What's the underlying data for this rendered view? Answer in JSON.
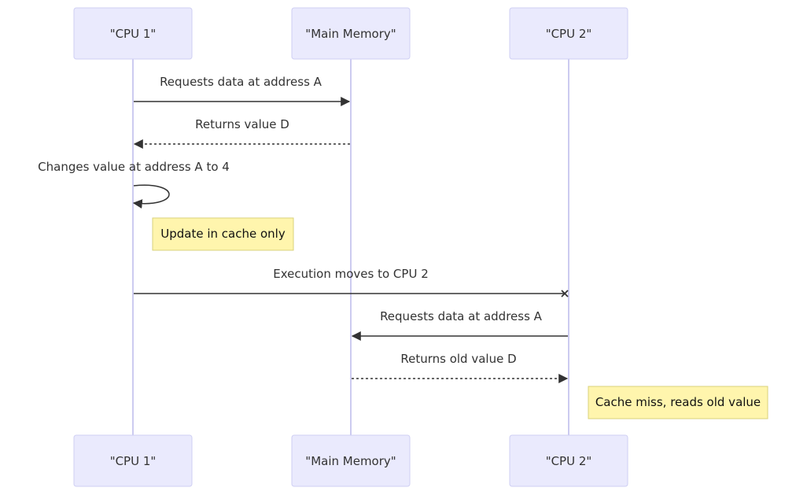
{
  "actors": {
    "cpu1": "\"CPU 1\"",
    "memory": "\"Main Memory\"",
    "cpu2": "\"CPU 2\""
  },
  "messages": [
    {
      "from": "cpu1",
      "to": "memory",
      "text": "Requests data at address A",
      "style": "solid",
      "arrow": "filled"
    },
    {
      "from": "memory",
      "to": "cpu1",
      "text": "Returns value D",
      "style": "dotted",
      "arrow": "filled"
    },
    {
      "from": "cpu1",
      "to": "cpu1",
      "text": "Changes value at address A to 4",
      "style": "solid",
      "arrow": "filled"
    },
    {
      "from": "cpu1",
      "to": "cpu2",
      "text": "Execution moves to CPU 2",
      "style": "solid",
      "arrow": "cross"
    },
    {
      "from": "cpu2",
      "to": "memory",
      "text": "Requests data at address A",
      "style": "solid",
      "arrow": "filled"
    },
    {
      "from": "memory",
      "to": "cpu2",
      "text": "Returns old value D",
      "style": "dotted",
      "arrow": "filled"
    }
  ],
  "notes": [
    {
      "text": "Update in cache only",
      "position": "right of",
      "actor": "cpu1"
    },
    {
      "text": "Cache miss, reads old value",
      "position": "right of",
      "actor": "cpu2"
    }
  ],
  "colors": {
    "actor_fill": "#eaeafd",
    "actor_border": "#cfcff3",
    "lifeline": "#cccbf0",
    "note_fill": "#fff5ad",
    "note_border": "#d8d27c",
    "line": "#333333"
  }
}
